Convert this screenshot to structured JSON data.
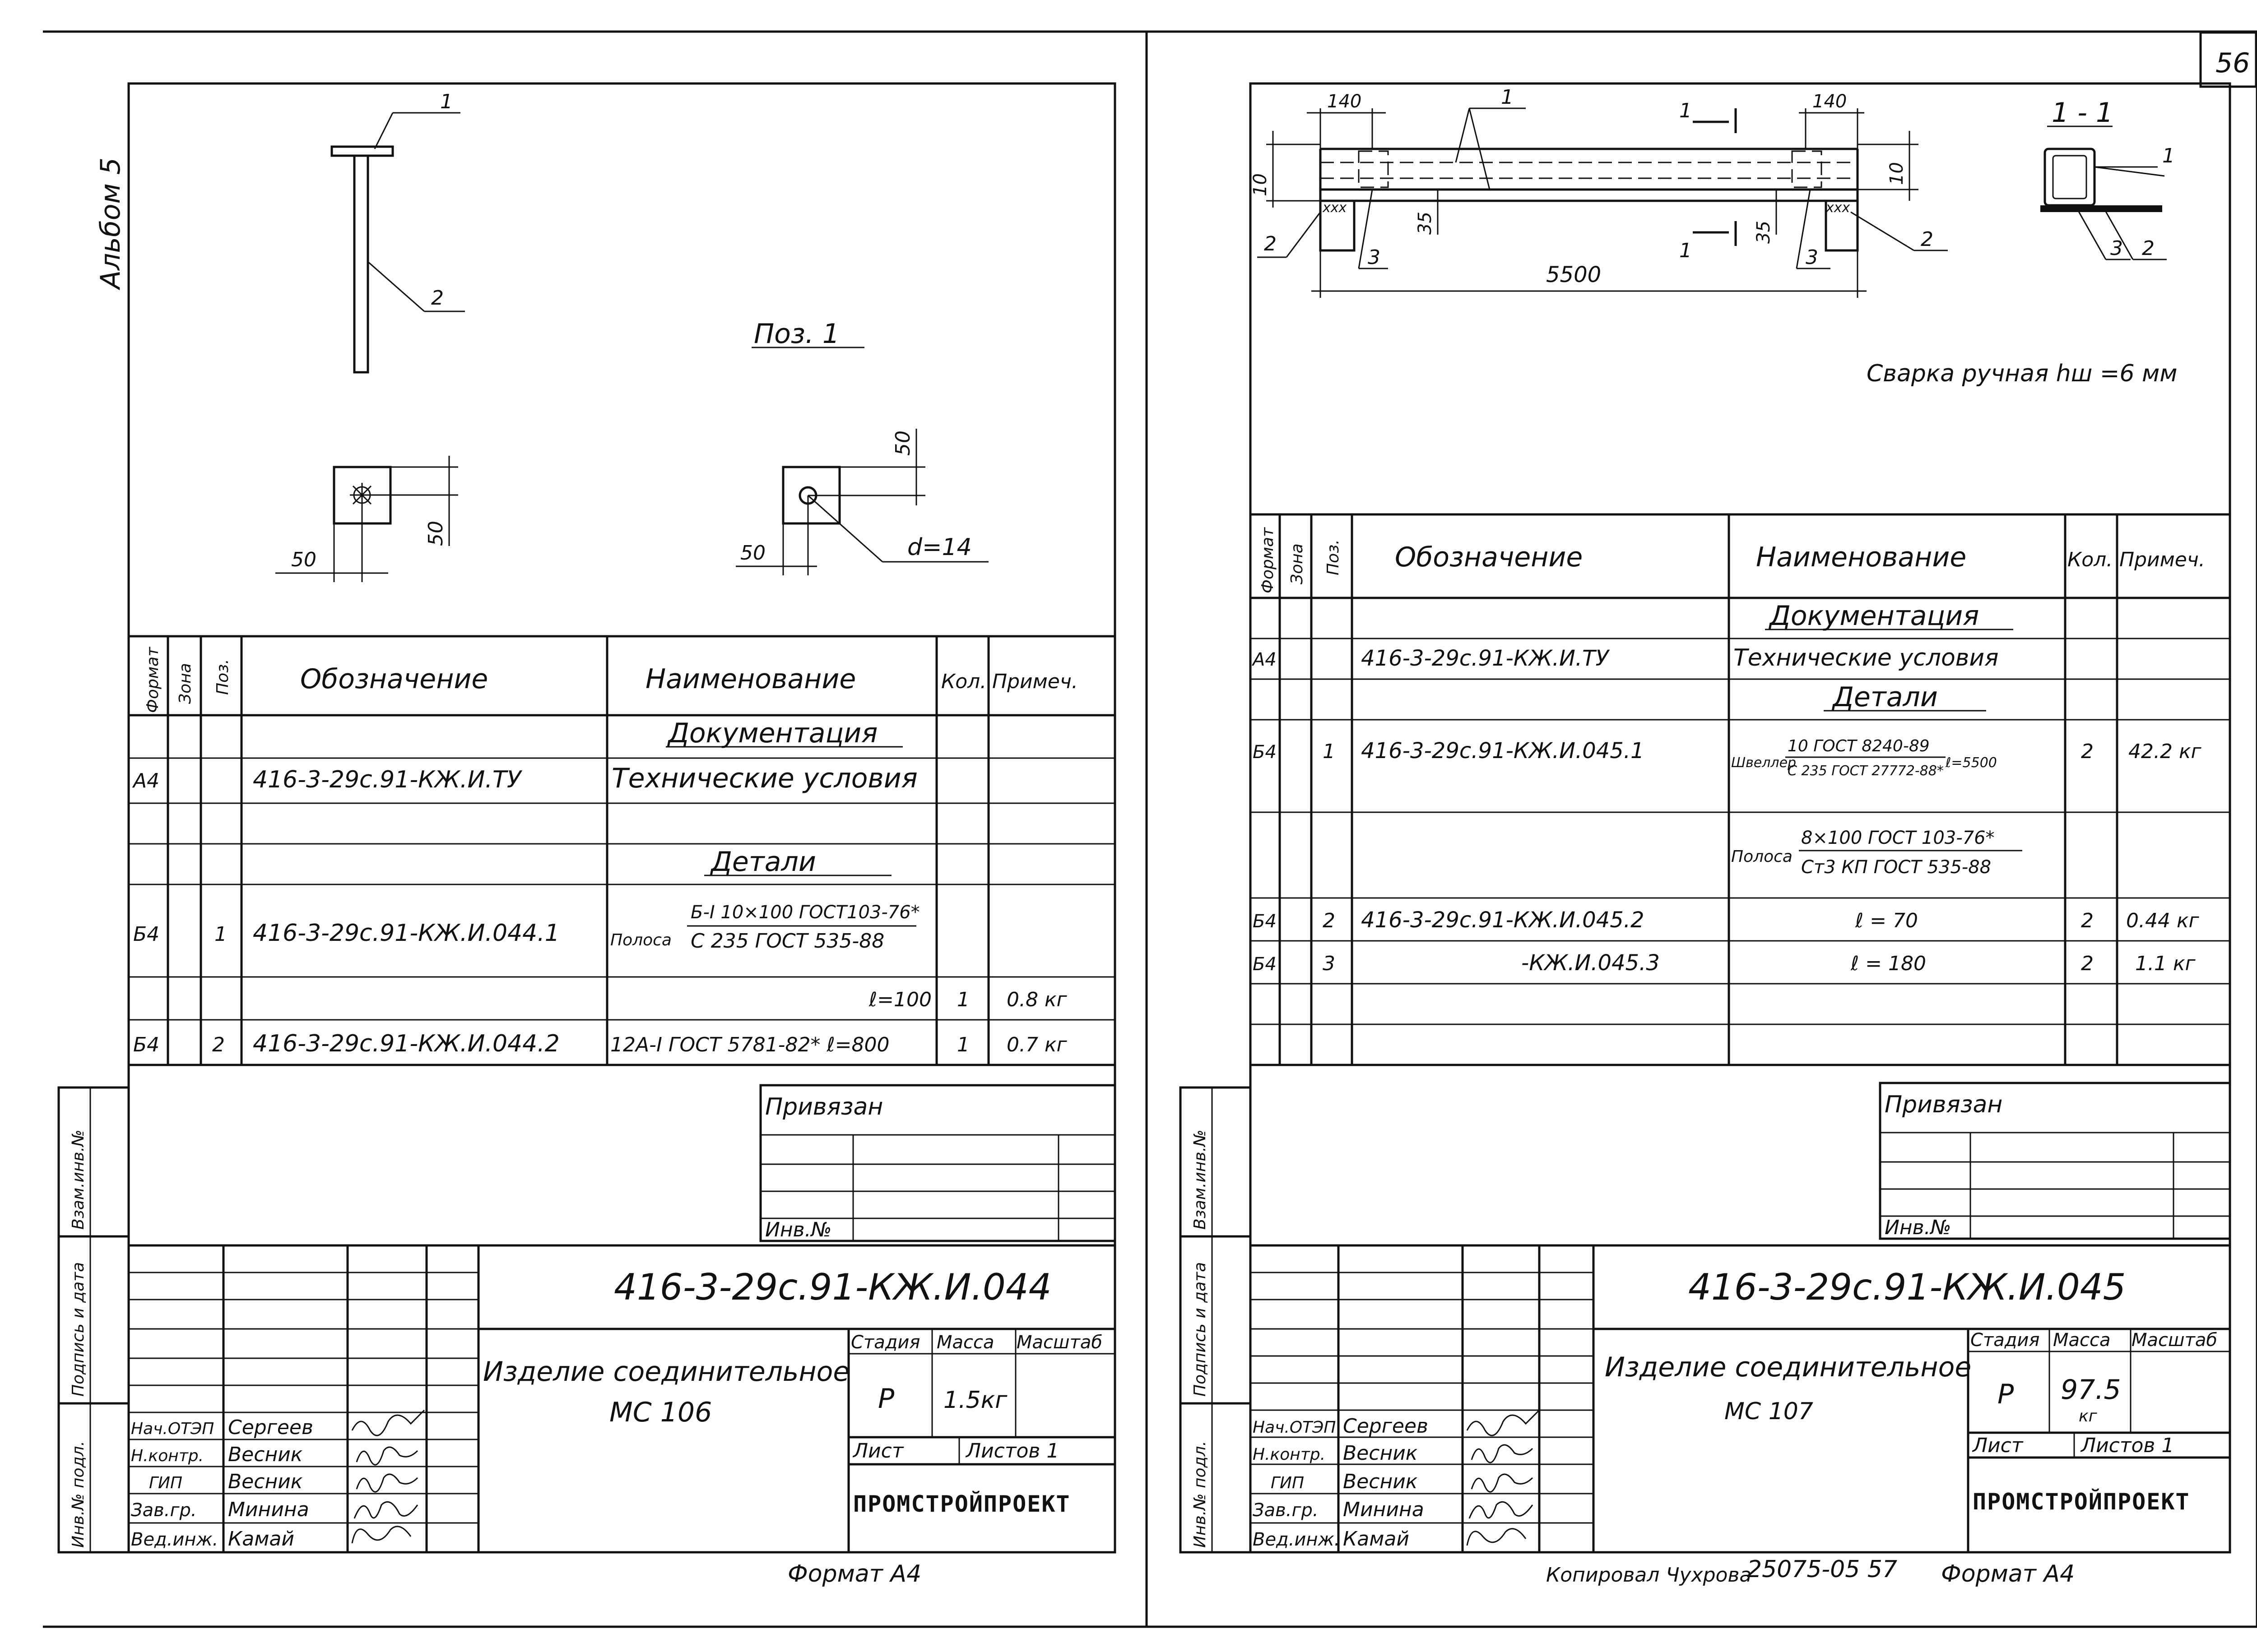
{
  "album_label": "Альбом 5",
  "page_number": "56",
  "left": {
    "pos_label": "Поз. 1",
    "callouts": {
      "c1": "1",
      "c2": "2"
    },
    "dims": {
      "d50a": "50",
      "d50b": "50",
      "d50c": "50",
      "d50d": "50",
      "dia": "d=14"
    },
    "spec_headers": {
      "format": "Формат",
      "zone": "Зона",
      "pos": "Поз.",
      "designation": "Обозначение",
      "name": "Наименование",
      "qty": "Кол.",
      "note": "Примеч."
    },
    "section_docs": "Документация",
    "section_parts": "Детали",
    "rows": {
      "r1": {
        "format": "А4",
        "designation": "416-3-29с.91-КЖ.И.ТУ",
        "name": "Технические условия"
      },
      "r2": {
        "format": "Б4",
        "pos": "1",
        "designation": "416-3-29с.91-КЖ.И.044.1",
        "name_prefix": "Полоса",
        "name_num": "Б-I 10×100 ГОСТ103-76*",
        "name_den": "С 235  ГОСТ 535-88"
      },
      "r2b": {
        "name": "ℓ=100",
        "qty": "1",
        "note": "0.8 кг"
      },
      "r3": {
        "format": "Б4",
        "pos": "2",
        "designation": "416-3-29с.91-КЖ.И.044.2",
        "name": "12А-I ГОСТ 5781-82* ℓ=800",
        "qty": "1",
        "note": "0.7 кг"
      }
    },
    "privyazan": "Привязан",
    "inv_no": "Инв.№",
    "title_code": "416-3-29с.91-КЖ.И.044",
    "title_name_1": "Изделие соединительное",
    "title_name_2": "МС 106",
    "stage_h": "Стадия",
    "mass_h": "Масса",
    "scale_h": "Масштаб",
    "stage": "Р",
    "mass": "1.5кг",
    "sheet": "Лист",
    "sheets": "Листов 1",
    "org": "ПРОМСТРОЙПРОЕКТ",
    "staff": [
      {
        "role": "Нач.ОТЭП",
        "name": "Сергеев"
      },
      {
        "role": "Н.контр.",
        "name": "Весник"
      },
      {
        "role": "ГИП",
        "name": "Весник"
      },
      {
        "role": "Зав.гр.",
        "name": "Минина"
      },
      {
        "role": "Вед.инж.",
        "name": "Камай"
      }
    ],
    "format_label": "Формат А4"
  },
  "right": {
    "dims": {
      "d140a": "140",
      "d140b": "140",
      "d10a": "10",
      "d10b": "10",
      "d35a": "35",
      "d35b": "35",
      "d5500": "5500"
    },
    "callouts": {
      "c1": "1",
      "c2a": "2",
      "c2b": "2",
      "c3a": "3",
      "c3b": "3",
      "s1a": "1",
      "s1b": "1"
    },
    "section_title": "1 - 1",
    "sec_callouts": {
      "c1": "1",
      "c2": "2",
      "c3": "3"
    },
    "weld_note": "Сварка ручная hш =6 мм",
    "spec_headers": {
      "format": "Формат",
      "zone": "Зона",
      "pos": "Поз.",
      "designation": "Обозначение",
      "name": "Наименование",
      "qty": "Кол.",
      "note": "Примеч."
    },
    "section_docs": "Документация",
    "section_parts": "Детали",
    "rows": {
      "r1": {
        "format": "А4",
        "designation": "416-3-29с.91-КЖ.И.ТУ",
        "name": "Технические условия"
      },
      "r2": {
        "format": "Б4",
        "pos": "1",
        "designation": "416-3-29с.91-КЖ.И.045.1",
        "name_prefix": "Швеллер",
        "name_num": "10 ГОСТ 8240-89",
        "name_den": "С 235 ГОСТ 27772-88*",
        "name_suffix": "ℓ=5500",
        "qty": "2",
        "note": "42.2 кг"
      },
      "r2b": {
        "name_prefix": "Полоса",
        "name_num": "8×100 ГОСТ 103-76*",
        "name_den": "Ст3 КП ГОСТ 535-88"
      },
      "r3": {
        "format": "Б4",
        "pos": "2",
        "designation": "416-3-29с.91-КЖ.И.045.2",
        "name": "ℓ = 70",
        "qty": "2",
        "note": "0.44 кг"
      },
      "r4": {
        "format": "Б4",
        "pos": "3",
        "designation": "-КЖ.И.045.3",
        "name": "ℓ = 180",
        "qty": "2",
        "note": "1.1 кг"
      }
    },
    "privyazan": "Привязан",
    "inv_no": "Инв.№",
    "title_code": "416-3-29с.91-КЖ.И.045",
    "title_name_1": "Изделие соединительное",
    "title_name_2": "МС 107",
    "stage_h": "Стадия",
    "mass_h": "Масса",
    "scale_h": "Масштаб",
    "stage": "Р",
    "mass": "97.5",
    "mass_unit": "кг",
    "sheet": "Лист",
    "sheets": "Листов 1",
    "org": "ПРОМСТРОЙПРОЕКТ",
    "staff": [
      {
        "role": "Нач.ОТЭП",
        "name": "Сергеев"
      },
      {
        "role": "Н.контр.",
        "name": "Весник"
      },
      {
        "role": "ГИП",
        "name": "Весник"
      },
      {
        "role": "Зав.гр.",
        "name": "Минина"
      },
      {
        "role": "Вед.инж.",
        "name": "Камай"
      }
    ],
    "copied_by": "Копировал Чухрова",
    "doc_no": "25075-05  57",
    "format_label": "Формат А4"
  },
  "side_stamp": {
    "vzam": "Взам.инв.№",
    "podpis": "Подпись и дата",
    "inv_podl": "Инв.№ подл."
  }
}
